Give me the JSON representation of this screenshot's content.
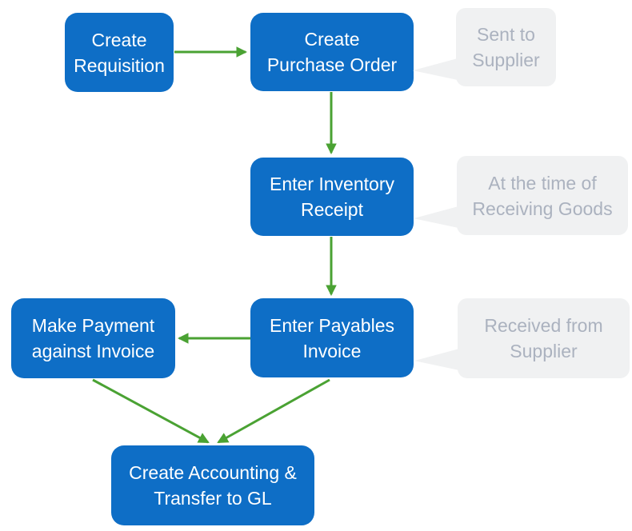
{
  "diagram": {
    "type": "flowchart",
    "nodes": [
      {
        "id": "create-requisition",
        "label": "Create\nRequisition"
      },
      {
        "id": "create-purchase-order",
        "label": "Create\nPurchase Order"
      },
      {
        "id": "enter-inventory-receipt",
        "label": "Enter Inventory\nReceipt"
      },
      {
        "id": "enter-payables-invoice",
        "label": "Enter Payables\nInvoice"
      },
      {
        "id": "make-payment-against-invoice",
        "label": "Make Payment\nagainst Invoice"
      },
      {
        "id": "create-accounting-transfer-gl",
        "label": "Create Accounting &\nTransfer to GL"
      }
    ],
    "callouts": [
      {
        "id": "sent-to-supplier",
        "label": "Sent to\nSupplier",
        "attached_to": "create-purchase-order"
      },
      {
        "id": "at-time-receiving-goods",
        "label": "At the time of\nReceiving Goods",
        "attached_to": "enter-inventory-receipt"
      },
      {
        "id": "received-from-supplier",
        "label": "Received from\nSupplier",
        "attached_to": "enter-payables-invoice"
      }
    ],
    "edges": [
      {
        "from": "create-requisition",
        "to": "create-purchase-order"
      },
      {
        "from": "create-purchase-order",
        "to": "enter-inventory-receipt"
      },
      {
        "from": "enter-inventory-receipt",
        "to": "enter-payables-invoice"
      },
      {
        "from": "enter-payables-invoice",
        "to": "make-payment-against-invoice"
      },
      {
        "from": "make-payment-against-invoice",
        "to": "create-accounting-transfer-gl"
      },
      {
        "from": "enter-payables-invoice",
        "to": "create-accounting-transfer-gl"
      }
    ],
    "colors": {
      "node_fill": "#0E6EC6",
      "node_text": "#FFFFFF",
      "arrow": "#4AA233",
      "callout_bg": "#F0F1F2",
      "callout_text": "#ABB2BF",
      "background": "#FFFFFF"
    }
  }
}
